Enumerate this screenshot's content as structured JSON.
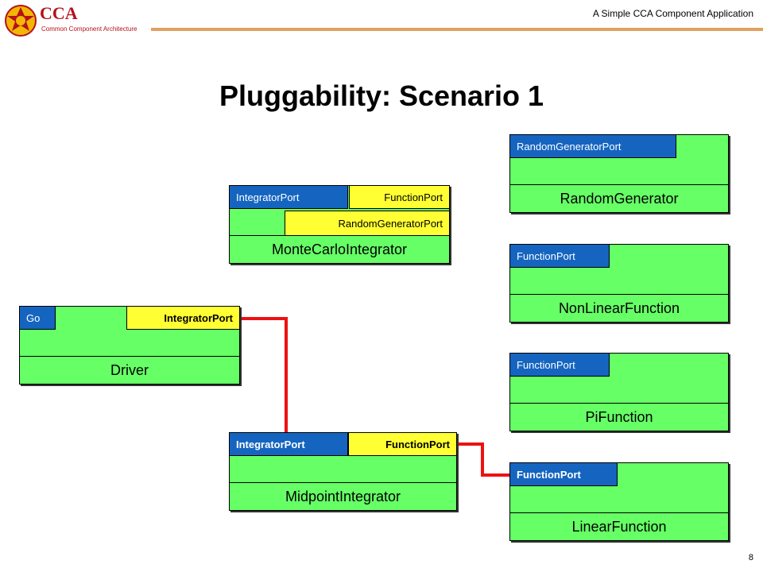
{
  "header": {
    "logo_title": "CCA",
    "logo_subtitle": "Common Component Architecture",
    "doc_title": "A Simple CCA Component Application"
  },
  "slide": {
    "title": "Pluggability: Scenario 1",
    "page_number": "8"
  },
  "components": {
    "monte_carlo": {
      "name": "MonteCarloIntegrator",
      "provides_port": "IntegratorPort",
      "uses_port": "FunctionPort",
      "uses_port_2": "RandomGeneratorPort"
    },
    "driver": {
      "name": "Driver",
      "provides_port": "Go",
      "uses_port": "IntegratorPort"
    },
    "midpoint": {
      "name": "MidpointIntegrator",
      "provides_port": "IntegratorPort",
      "uses_port": "FunctionPort"
    },
    "random_generator": {
      "name": "RandomGenerator",
      "provides_port": "RandomGeneratorPort"
    },
    "nonlinear": {
      "name": "NonLinearFunction",
      "provides_port": "FunctionPort"
    },
    "pi_function": {
      "name": "PiFunction",
      "provides_port": "FunctionPort"
    },
    "linear": {
      "name": "LinearFunction",
      "provides_port": "FunctionPort"
    }
  },
  "colors": {
    "component_fill": "#66ff66",
    "provides_port": "#1565c0",
    "uses_port": "#ffff33",
    "connection": "#ee1111",
    "logo": "#b5121b"
  }
}
